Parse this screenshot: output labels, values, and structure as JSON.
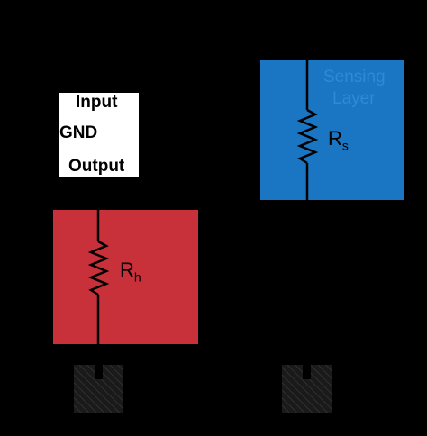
{
  "pins": {
    "input": "Input",
    "gnd": "GND",
    "output": "Output"
  },
  "heater": {
    "symbol": "R",
    "subscript": "h",
    "color": "#c8303a"
  },
  "sensor": {
    "symbol": "R",
    "subscript": "s",
    "color": "#1a75c2",
    "faded_line1": "Sensing",
    "faded_line2": "Layer"
  },
  "icons": [
    "resistor-icon",
    "hatched-pad-icon"
  ]
}
